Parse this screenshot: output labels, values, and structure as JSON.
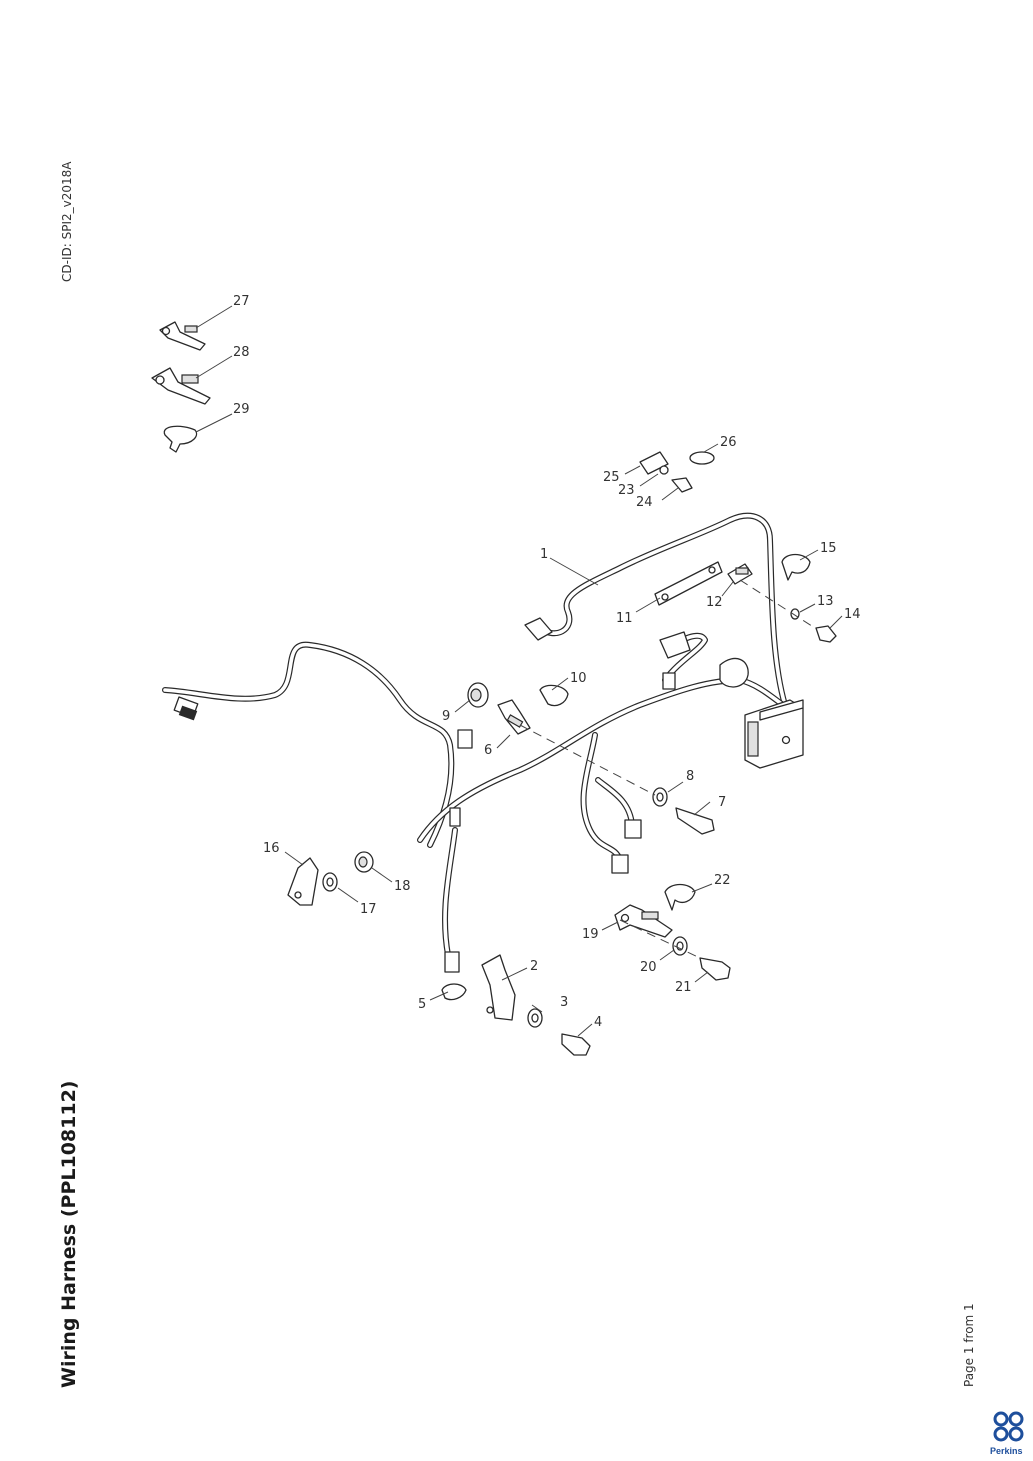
{
  "title": "Wiring Harness (PPL108112)",
  "cd_id": "CD-ID: SPI2_v2018A",
  "page_info": "Page 1 from 1",
  "brand": "Perkins",
  "callouts": [
    "1",
    "2",
    "3",
    "4",
    "5",
    "6",
    "7",
    "8",
    "9",
    "10",
    "11",
    "12",
    "13",
    "14",
    "15",
    "16",
    "17",
    "18",
    "19",
    "20",
    "21",
    "22",
    "23",
    "24",
    "25",
    "26",
    "27",
    "28",
    "29"
  ],
  "colors": {
    "line": "#2a2a2a",
    "brand_blue": "#1e4f9c"
  }
}
